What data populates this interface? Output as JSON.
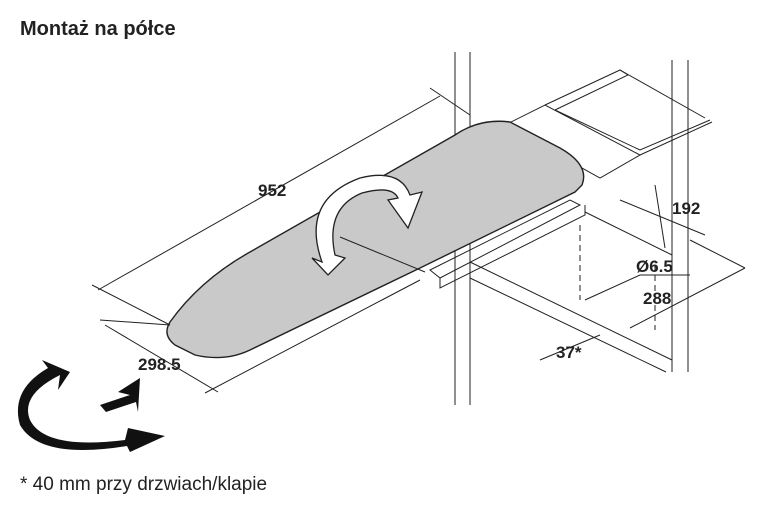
{
  "title": "Montaż na półce",
  "footnote": "* 40 mm przy drzwiach/klapie",
  "dimensions": {
    "board_length": "952",
    "board_width": "298.5",
    "rail_offset": "192",
    "hole_diameter": "Ø6.5",
    "depth": "288",
    "shelf_thickness": "37*"
  },
  "colors": {
    "board": "#c9c9c9",
    "lines": "#222222"
  }
}
